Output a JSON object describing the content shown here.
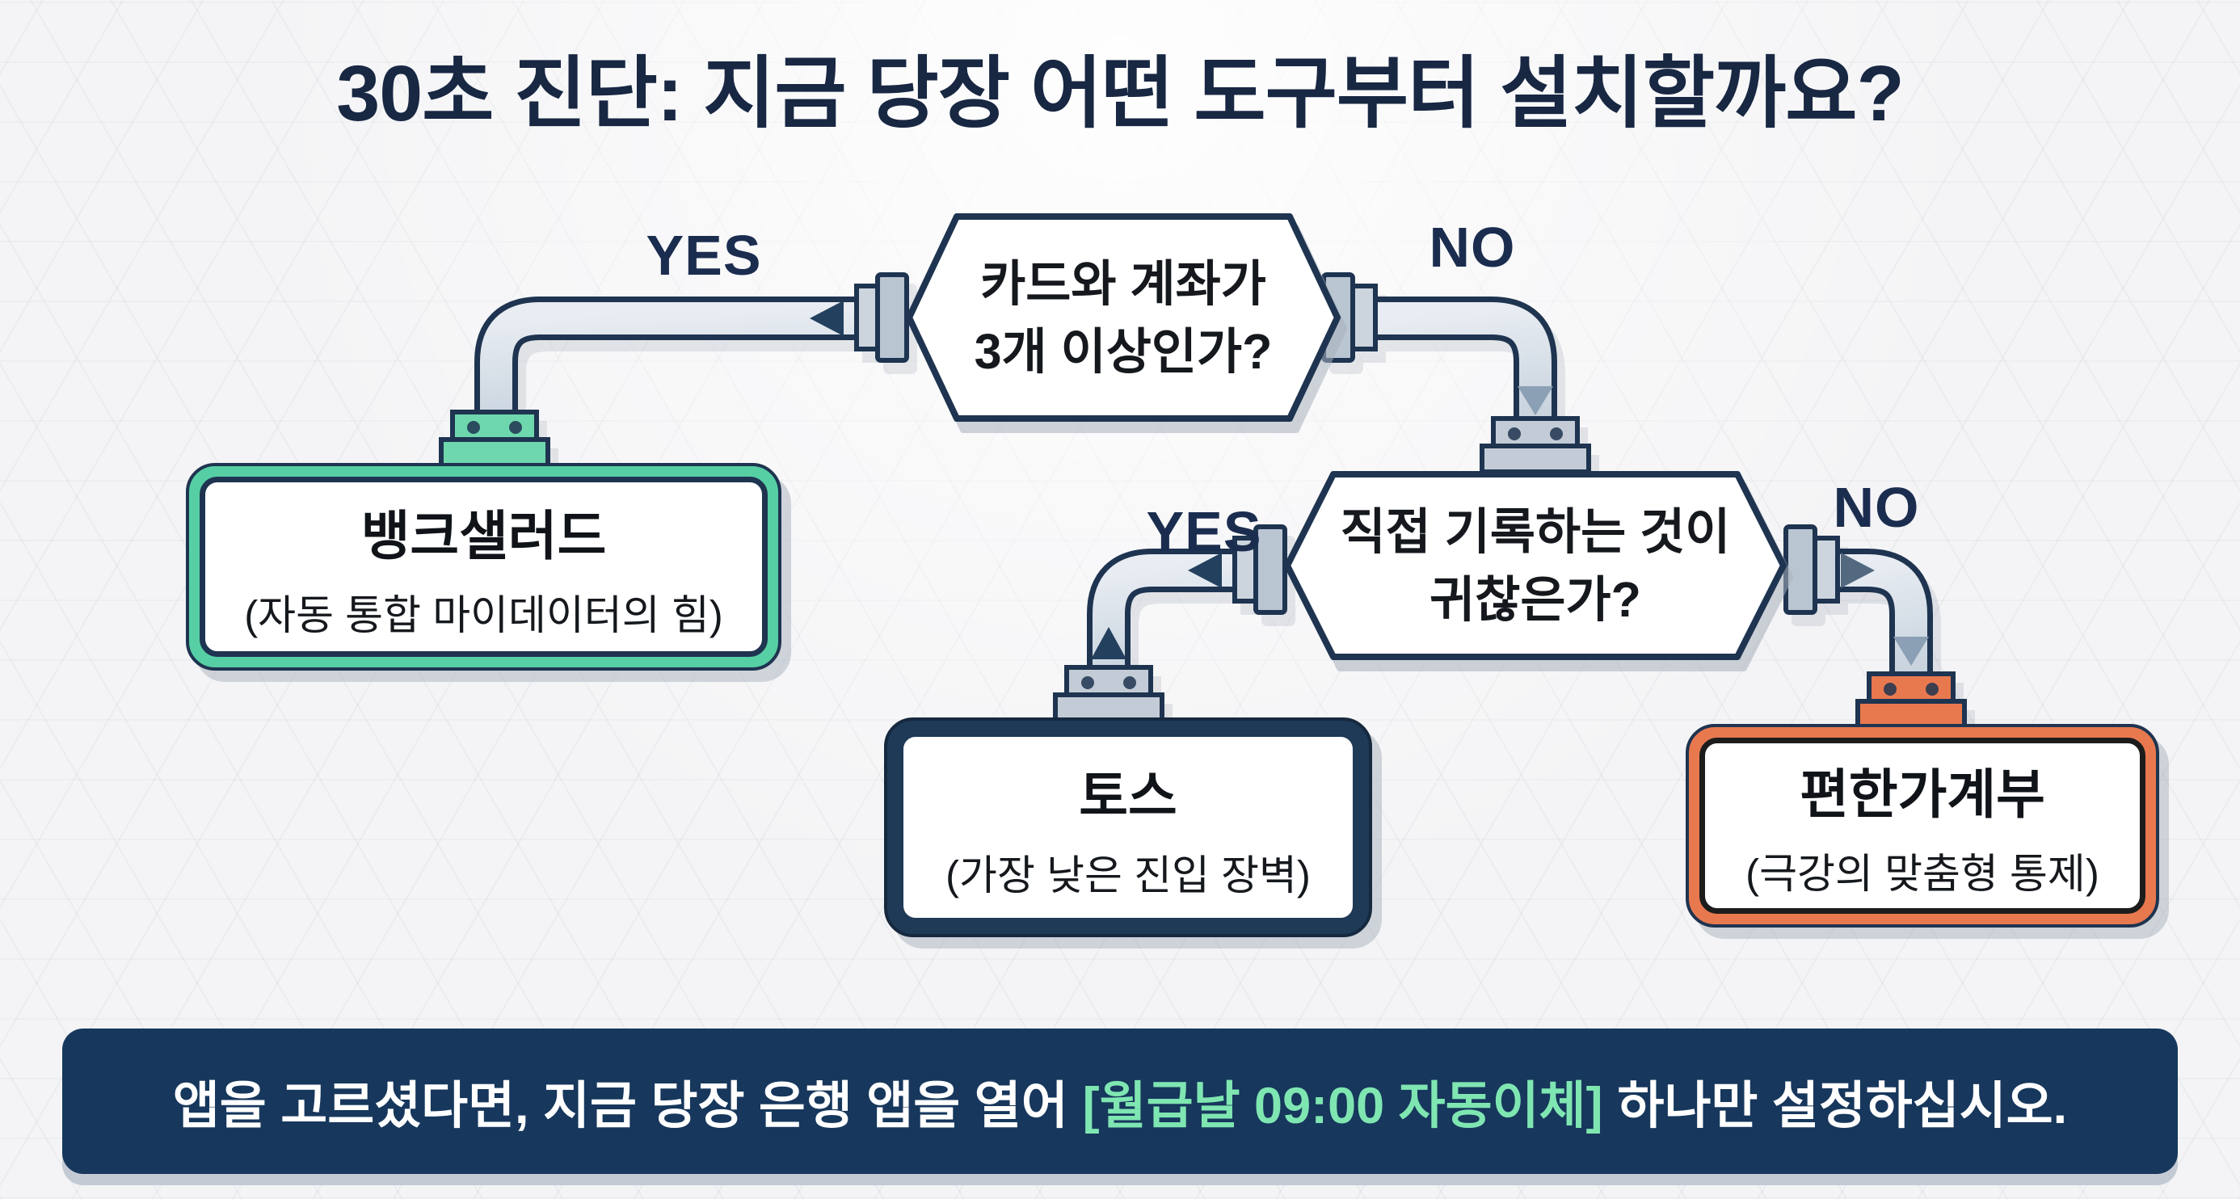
{
  "title": "30초 진단: 지금 당장 어떤 도구부터 설치할까요?",
  "flowchart": {
    "question1": {
      "line1": "카드와 계좌가",
      "line2": "3개 이상인가?",
      "yes_label": "YES",
      "no_label": "NO"
    },
    "question2": {
      "line1": "직접 기록하는 것이",
      "line2": "귀찮은가?",
      "yes_label": "YES",
      "no_label": "NO"
    },
    "results": [
      {
        "name": "뱅크샐러드",
        "subtitle": "(자동 통합 마이데이터의 힘)",
        "accent_color": "#57cfa4"
      },
      {
        "name": "토스",
        "subtitle": "(가장 낮은 진입 장벽)",
        "accent_color": "#1e3a57"
      },
      {
        "name": "편한가계부",
        "subtitle": "(극강의 맞춤형 통제)",
        "accent_color": "#e8794f"
      }
    ]
  },
  "footer": {
    "prefix": "앱을 고르셨다면, 지금 당장 은행 앱을 열어",
    "highlight": "[월급날 09:00 자동이체]",
    "suffix": "하나만 설정하십시오.",
    "highlight_color": "#7fe6b2",
    "bar_color": "#17375c"
  },
  "colors": {
    "navy_outline": "#1e3450",
    "pipe_fill": "#d7dee8",
    "background": "#f4f4f6",
    "title_color": "#182742"
  },
  "icons": {
    "flow_arrows": [
      "arrow-left-icon",
      "arrow-down-icon",
      "arrow-left-icon",
      "arrow-up-icon",
      "arrow-right-icon",
      "arrow-down-icon"
    ]
  }
}
